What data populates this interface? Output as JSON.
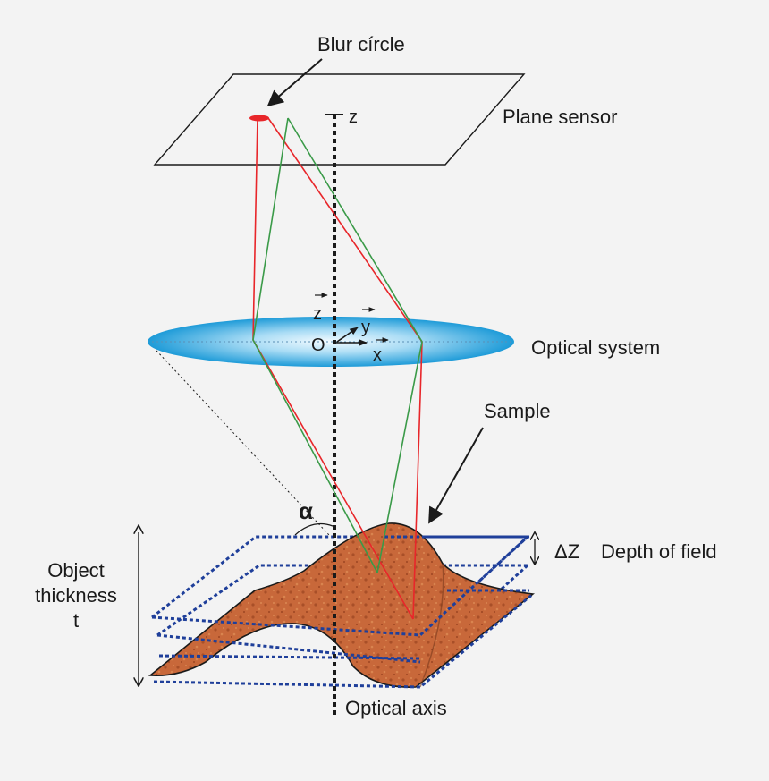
{
  "labels": {
    "blur_circle": "Blur círcle",
    "plane_sensor": "Plane sensor",
    "optical_system": "Optical system",
    "sample": "Sample",
    "depth_of_field": "Depth of field",
    "delta_z": "ΔZ",
    "object_thickness_line1": "Object",
    "object_thickness_line2": "thickness",
    "object_thickness_line3": "t",
    "optical_axis": "Optical axis",
    "axis_z_top": "z",
    "axis_z_vec": "z",
    "axis_y_vec": "y",
    "axis_x_vec": "x",
    "origin": "O",
    "alpha": "α"
  },
  "colors": {
    "red_ray": "#e8262a",
    "green_ray": "#3a9a48",
    "depth_planes": "#1f3f9a",
    "lens": "#1e9bd8",
    "sample": "#c8683a",
    "background": "#f3f3f3"
  }
}
